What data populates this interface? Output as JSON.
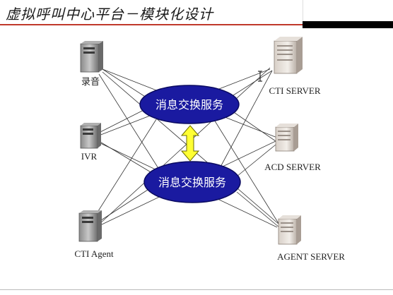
{
  "header": {
    "title": "虚拟呼叫中心平台－模块化设计"
  },
  "diagram": {
    "hubs": [
      {
        "id": "hub1",
        "label": "消息交换服务"
      },
      {
        "id": "hub2",
        "label": "消息交换服务"
      }
    ],
    "left_nodes": [
      {
        "id": "recording",
        "label": "录音",
        "icon": "tower-computer-icon"
      },
      {
        "id": "ivr",
        "label": "IVR",
        "icon": "tower-computer-icon"
      },
      {
        "id": "cti-agent",
        "label": "CTI Agent",
        "icon": "tower-computer-icon"
      }
    ],
    "right_nodes": [
      {
        "id": "cti-server",
        "label": "CTI SERVER",
        "icon": "server-icon"
      },
      {
        "id": "acd-server",
        "label": "ACD SERVER",
        "icon": "server-icon"
      },
      {
        "id": "agent-server",
        "label": "AGENT SERVER",
        "icon": "server-icon"
      }
    ],
    "colors": {
      "hub_fill": "#1a1aa0",
      "hub_border": "#0a0a60",
      "arrow_fill": "#ffff33",
      "arrow_stroke": "#6b6b00",
      "line": "#333333"
    }
  }
}
